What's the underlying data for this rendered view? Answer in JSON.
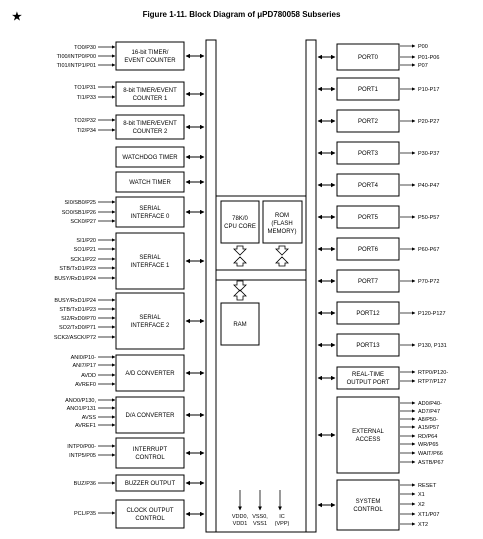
{
  "figure": {
    "star": "★",
    "title": "Figure 1-11.  Block Diagram of μPD780058 Subseries"
  },
  "left_blocks": [
    {
      "id": "tm0",
      "lines": [
        "16-bit TIMER/",
        "EVENT COUNTER"
      ],
      "pins": [
        "TO0/P30",
        "TI00/INTP0/P00",
        "TI01/INTP1/P01"
      ]
    },
    {
      "id": "tm1",
      "lines": [
        "8-bit TIMER/EVENT",
        "COUNTER 1"
      ],
      "pins": [
        "TO1/P31",
        "TI1/P33"
      ]
    },
    {
      "id": "tm2",
      "lines": [
        "8-bit TIMER/EVENT",
        "COUNTER 2"
      ],
      "pins": [
        "TO2/P32",
        "TI2/P34"
      ]
    },
    {
      "id": "wdt",
      "lines": [
        "WATCHDOG TIMER"
      ],
      "pins": []
    },
    {
      "id": "wt",
      "lines": [
        "WATCH TIMER"
      ],
      "pins": []
    },
    {
      "id": "si0",
      "lines": [
        "SERIAL",
        "INTERFACE 0"
      ],
      "pins": [
        "SI0/SB0/P25",
        "SO0/SB1/P26",
        "SCK0/P27"
      ]
    },
    {
      "id": "si1",
      "lines": [
        "SERIAL",
        "INTERFACE 1"
      ],
      "pins": [
        "SI1/P20",
        "SO1/P21",
        "SCK1/P22",
        "STB/TxD1/P23",
        "BUSY/RxD1/P24"
      ]
    },
    {
      "id": "si2",
      "lines": [
        "SERIAL",
        "INTERFACE 2"
      ],
      "pins": [
        "BUSY/RxD1/P24",
        "STB/TxD1/P23",
        "SI2/RxD0/P70",
        "SO2/TxD0/P71",
        "SCK2/ASCK/P72"
      ]
    },
    {
      "id": "adc",
      "lines": [
        "A/D CONVERTER"
      ],
      "pins": [
        "ANI0/P10-",
        "ANI7/P17",
        "AVDD",
        "AVREF0"
      ]
    },
    {
      "id": "dac",
      "lines": [
        "D/A CONVERTER"
      ],
      "pins": [
        "ANO0/P130,",
        "ANO1/P131",
        "AVSS",
        "AVREF1"
      ]
    },
    {
      "id": "intc",
      "lines": [
        "INTERRUPT",
        "CONTROL"
      ],
      "pins": [
        "INTP0/P00-",
        "INTP5/P05"
      ]
    },
    {
      "id": "buz",
      "lines": [
        "BUZZER OUTPUT"
      ],
      "pins": [
        "BUZ/P36"
      ]
    },
    {
      "id": "clk",
      "lines": [
        "CLOCK OUTPUT",
        "CONTROL"
      ],
      "pins": [
        "PCL/P35"
      ]
    }
  ],
  "core": {
    "cpu": [
      "78K/0",
      "CPU CORE"
    ],
    "rom": [
      "ROM",
      "(FLASH",
      "MEMORY)"
    ],
    "ram": [
      "RAM"
    ],
    "power": [
      [
        "VDD0,",
        "VDD1"
      ],
      [
        "VSS0,",
        "VSS1"
      ],
      [
        "IC",
        "(VPP)"
      ]
    ]
  },
  "right_blocks": [
    {
      "id": "port0",
      "lines": [
        "PORT0"
      ],
      "pins": [
        "P00",
        "P01-P06",
        "P07"
      ]
    },
    {
      "id": "port1",
      "lines": [
        "PORT1"
      ],
      "pins": [
        "P10-P17"
      ]
    },
    {
      "id": "port2",
      "lines": [
        "PORT2"
      ],
      "pins": [
        "P20-P27"
      ]
    },
    {
      "id": "port3",
      "lines": [
        "PORT3"
      ],
      "pins": [
        "P30-P37"
      ]
    },
    {
      "id": "port4",
      "lines": [
        "PORT4"
      ],
      "pins": [
        "P40-P47"
      ]
    },
    {
      "id": "port5",
      "lines": [
        "PORT5"
      ],
      "pins": [
        "P50-P57"
      ]
    },
    {
      "id": "port6",
      "lines": [
        "PORT6"
      ],
      "pins": [
        "P60-P67"
      ]
    },
    {
      "id": "port7",
      "lines": [
        "PORT7"
      ],
      "pins": [
        "P70-P72"
      ]
    },
    {
      "id": "port12",
      "lines": [
        "PORT12"
      ],
      "pins": [
        "P120-P127"
      ]
    },
    {
      "id": "port13",
      "lines": [
        "PORT13"
      ],
      "pins": [
        "P130, P131"
      ]
    },
    {
      "id": "rtp",
      "lines": [
        "REAL-TIME",
        "OUTPUT PORT"
      ],
      "pins": [
        "RTP0/P120-",
        "RTP7/P127"
      ]
    },
    {
      "id": "ext",
      "lines": [
        "EXTERNAL",
        "ACCESS"
      ],
      "pins": [
        "AD0/P40-",
        "AD7/P47",
        "A8/P50-",
        "A15/P57",
        "RD/P64",
        "WR/P65",
        "WAIT/P66",
        "ASTB/P67"
      ]
    },
    {
      "id": "sys",
      "lines": [
        "SYSTEM",
        "CONTROL"
      ],
      "pins": [
        "RESET",
        "X1",
        "X2",
        "XT1/P07",
        "XT2"
      ]
    }
  ]
}
